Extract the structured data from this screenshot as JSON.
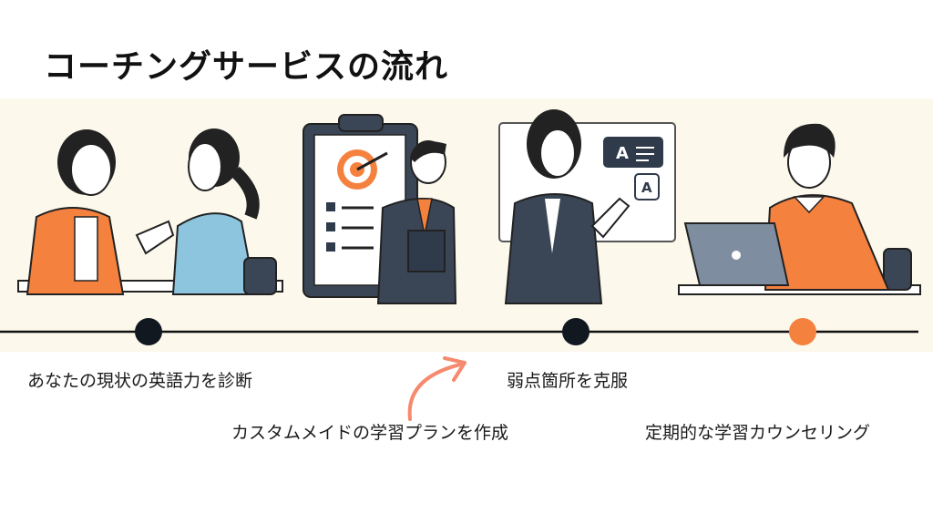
{
  "title": "コーチングサービスの流れ",
  "steps": [
    {
      "label": "あなたの現状の英語力を診断",
      "marker_color": "#111820"
    },
    {
      "label": "カスタムメイドの学習プランを作成",
      "marker_color": "#111820"
    },
    {
      "label": "弱点箇所を克服",
      "marker_color": "#111820"
    },
    {
      "label": "定期的な学習カウンセリング",
      "marker_color": "#f5813f"
    }
  ],
  "screen_text": {
    "bubble1": "A",
    "bubble2": "A"
  },
  "colors": {
    "accent": "#f5813f",
    "navy": "#2f3a4a",
    "band": "#fcf8ec",
    "arrow": "#f58a6e"
  }
}
